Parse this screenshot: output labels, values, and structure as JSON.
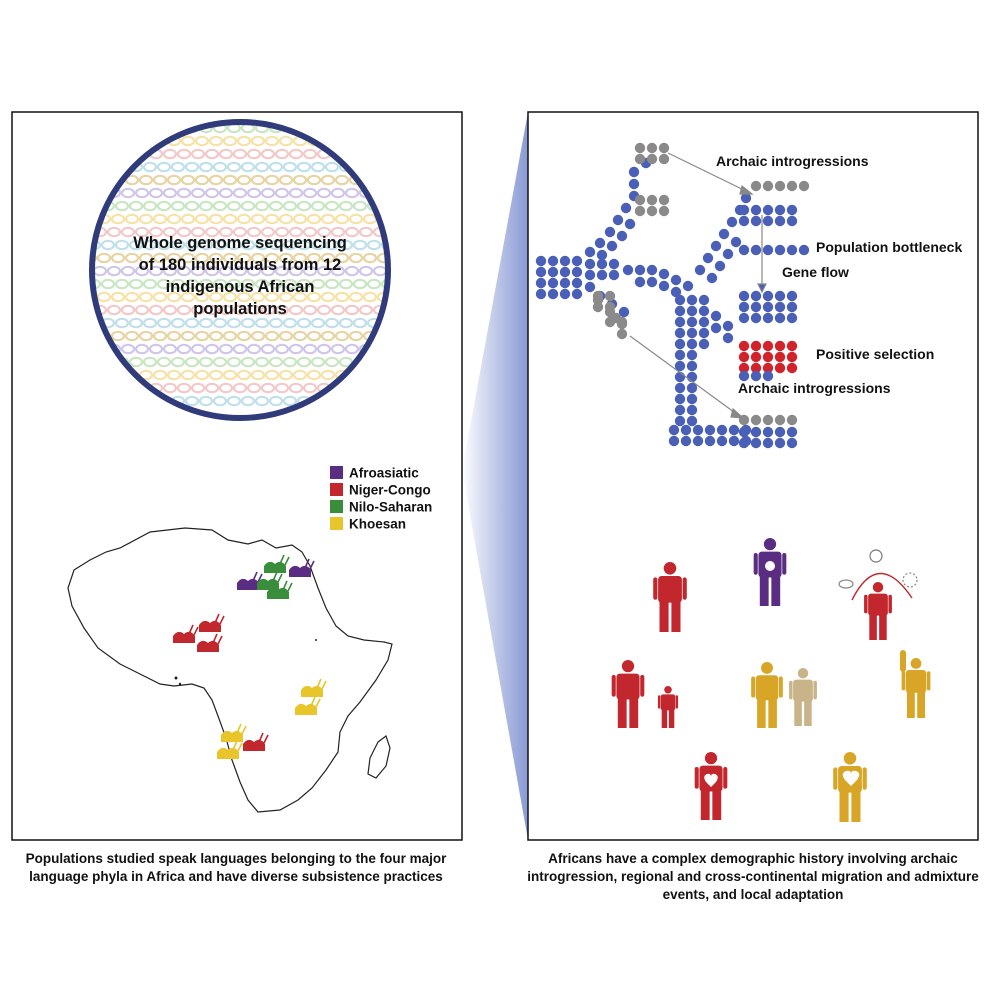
{
  "left_panel": {
    "circle_text": "Whole genome sequencing of 180 individuals from 12 indigenous African populations",
    "legend": [
      {
        "label": "Afroasiatic",
        "color": "#5b2d82"
      },
      {
        "label": "Niger-Congo",
        "color": "#c1272d"
      },
      {
        "label": "Nilo-Saharan",
        "color": "#3a8d3a"
      },
      {
        "label": "Khoesan",
        "color": "#e8c52a"
      }
    ],
    "caption": "Populations studied speak languages belonging to the four major language phyla in Africa and have diverse subsistence practices"
  },
  "right_panel": {
    "labels": {
      "archaic_top": "Archaic introgressions",
      "bottleneck": "Population bottleneck",
      "gene_flow": "Gene flow",
      "positive_selection": "Positive selection",
      "archaic_bottom": "Archaic introgressions"
    },
    "colors": {
      "population": "#4a5fb8",
      "archaic": "#8a8a8a",
      "selected": "#d2232a"
    },
    "caption": "Africans have a complex demographic history involving archaic introgression, regional and cross-continental migration and admixture events, and local adaptation"
  },
  "figure_colors": {
    "niger_congo": "#c1272d",
    "afroasiatic": "#5b2d82",
    "yellow": "#d9a526",
    "tan": "#c9b48a"
  }
}
